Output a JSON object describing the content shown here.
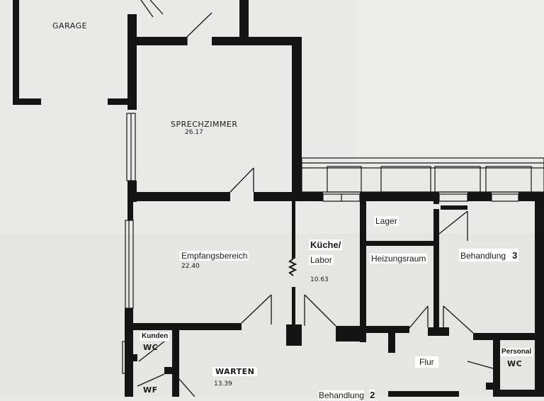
{
  "rooms": {
    "garage": {
      "name": "GARAGE"
    },
    "sprechzimmer": {
      "name": "SPRECHZIMMER",
      "area": "26.17"
    },
    "empfang": {
      "name": "Empfangsbereich",
      "area": "22.40"
    },
    "kueche": {
      "name": "Küche/",
      "name2": "Labor",
      "area": "10.63"
    },
    "lager": {
      "name": "Lager"
    },
    "heizung": {
      "name": "Heizungsraum"
    },
    "behandlung3": {
      "name": "Behandlung",
      "number": "3"
    },
    "kunden_wc": {
      "name": "Kunden",
      "name2": "WC"
    },
    "wf": {
      "name": "WF"
    },
    "warten": {
      "name": "WARTEN",
      "area": "13.39"
    },
    "flur": {
      "name": "Flur"
    },
    "personal_wc": {
      "name": "Personal",
      "name2": "WC"
    },
    "behandlung2": {
      "name": "Behandlung",
      "number": "2"
    }
  },
  "colors": {
    "paper": "#e9e9e7",
    "wall": "#141414",
    "label_bg": "#ffffff"
  }
}
